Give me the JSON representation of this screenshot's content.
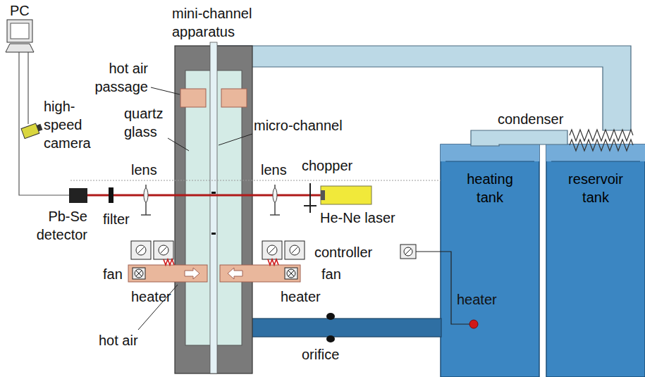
{
  "diagram": {
    "nodes": [
      {
        "text": [
          "heating tank"
        ]
      },
      {
        "text": [
          "reservoir tank"
        ]
      }
    ],
    "labels": [
      "PC",
      "mini-channel apparatus",
      "hot air passage",
      "high-speed camera",
      "quartz glass",
      "micro-channel",
      "condenser",
      "lens",
      "lens",
      "chopper",
      "Pb-Se detector",
      "filter",
      "He-Ne laser",
      "controller",
      "fan",
      "fan",
      "heater",
      "heater",
      "heater",
      "hot air",
      "orifice"
    ]
  }
}
